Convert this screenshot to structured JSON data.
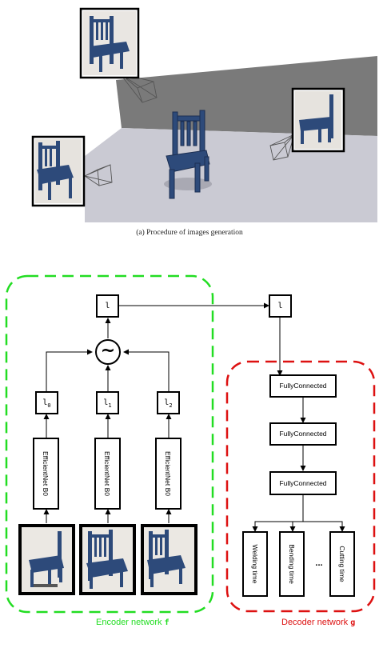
{
  "figure": {
    "caption": "(a) Procedure of images generation"
  },
  "encoder": {
    "label_text": "Encoder network ",
    "label_symbol": "f",
    "nodes": {
      "output": "l",
      "combine": "~",
      "l0_base": "l",
      "l0_sub": "0",
      "l1_base": "l",
      "l1_sub": "1",
      "l2_base": "l",
      "l2_sub": "2"
    },
    "backbones": [
      "EfficientNet B0",
      "EfficientNet B0",
      "EfficientNet B0"
    ]
  },
  "decoder": {
    "label_text": "Decoder network ",
    "label_symbol": "g",
    "input": "l",
    "layers": [
      "FullyConnected",
      "FullyConnected",
      "FullyConnected"
    ],
    "outputs": [
      "Welding time",
      "Bending time",
      "...",
      "Cutting time"
    ]
  },
  "colors": {
    "encoder_border": "#22dd22",
    "decoder_border": "#dd1111",
    "chair": "#2d4a7a",
    "wall": "#7f7f7f",
    "floor": "#c9c9d1"
  }
}
